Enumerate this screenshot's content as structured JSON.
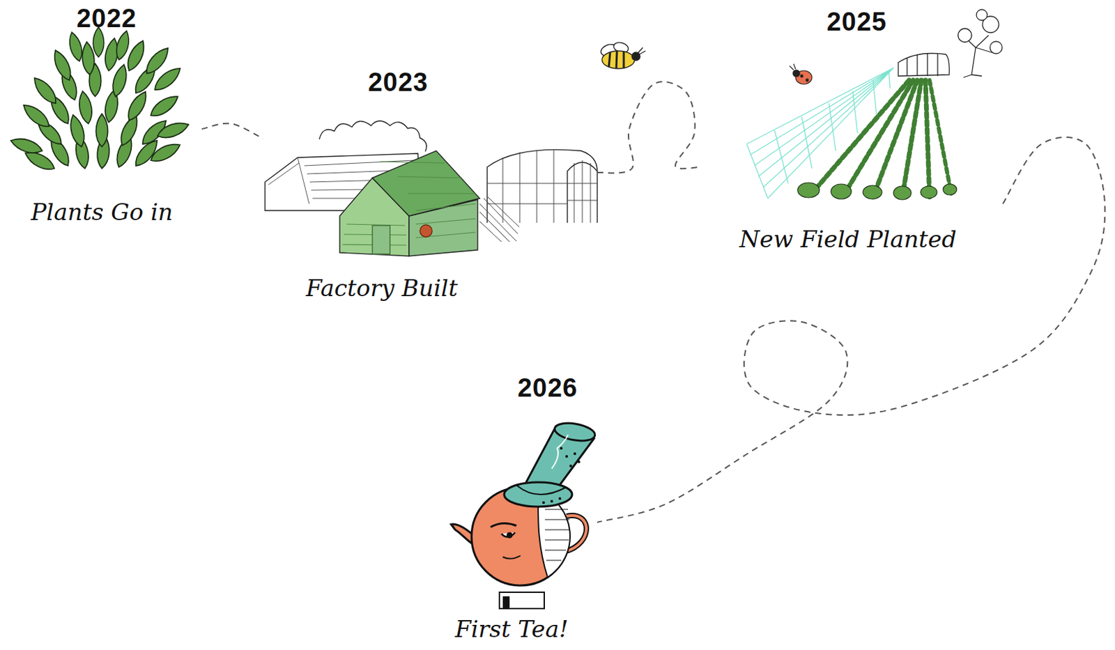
{
  "diagram": {
    "nodes": [
      {
        "text": [
          "2022",
          "Plants Go in"
        ]
      },
      {
        "text": [
          "2023",
          "Factory Built"
        ]
      },
      {
        "text": [
          "2025",
          "New Field Planted"
        ]
      },
      {
        "text": [
          "2026",
          "First Tea!"
        ]
      }
    ],
    "edges": [
      {
        "from": 0,
        "to": 1,
        "arrow": "none"
      },
      {
        "from": 1,
        "to": 2,
        "arrow": "none"
      },
      {
        "from": 2,
        "to": 3,
        "arrow": "none"
      }
    ]
  }
}
